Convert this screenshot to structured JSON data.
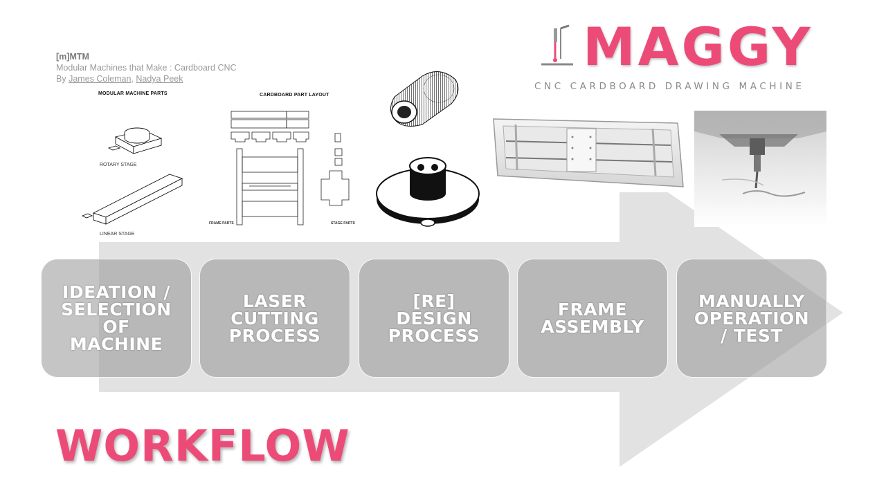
{
  "reference": {
    "code": "[m]MTM",
    "subtitle": "Modular Machines that Make : Cardboard CNC",
    "by": "By",
    "author1": "James Coleman",
    "separator": ",",
    "author2": "Nadya Peek"
  },
  "drawings": {
    "parts_title": "MODULAR MACHINE PARTS",
    "rotary_caption": "ROTARY STAGE",
    "linear_caption": "LINEAR STAGE",
    "layout_title": "CARDBOARD PART LAYOUT",
    "frame_parts_caption": "FRAME PARTS",
    "stage_parts_caption": "STAGE PARTS"
  },
  "logo": {
    "name": "MAGGY",
    "tagline": "CNC CARDBOARD DRAWING MACHINE",
    "accent_color": "#ec4b78"
  },
  "steps": [
    {
      "label": "IDEATION /\nSELECTION\nOF\nMACHINE"
    },
    {
      "label": "LASER\nCUTTING\nPROCESS"
    },
    {
      "label": "[RE]\nDESIGN\nPROCESS"
    },
    {
      "label": "FRAME\nASSEMBLY"
    },
    {
      "label": "MANUALLY\nOPERATION\n/ TEST"
    }
  ],
  "title": "WORKFLOW"
}
